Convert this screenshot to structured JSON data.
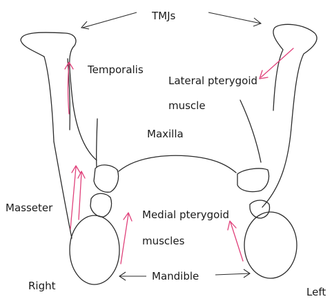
{
  "labels": {
    "tmjs": "TMJs",
    "temporalis": "Temporalis",
    "lateral_pterygoid_line1": "Lateral pterygoid",
    "lateral_pterygoid_line2": "muscle",
    "maxilla": "Maxilla",
    "masseter": "Masseter",
    "medial_pterygoid_line1": "Medial pterygoid",
    "medial_pterygoid_line2": "muscles",
    "mandible": "Mandible",
    "right": "Right",
    "left": "Left"
  },
  "colors": {
    "outline": "#2a2a2a",
    "muscle_arrows": "#e0407a",
    "background": "#ffffff"
  }
}
